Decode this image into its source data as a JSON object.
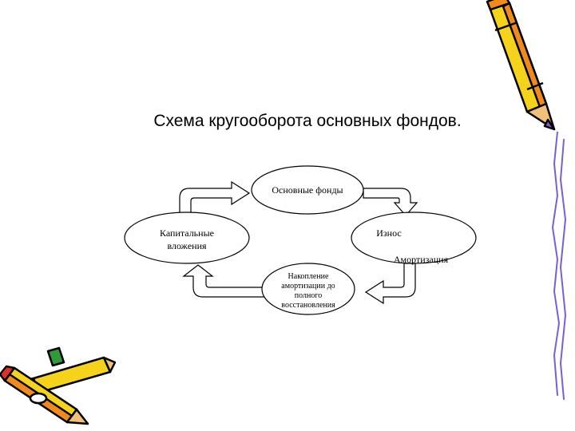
{
  "slide": {
    "title": "Схема кругооборота основных фондов."
  },
  "diagram": {
    "nodes": {
      "fixed_assets": "Основные фонды",
      "depreciation": "Износ",
      "amortization": "Амортизация",
      "capital_investment_line1": "Капитальные",
      "capital_investment_line2": "вложения",
      "accumulation_line1": "Накопление",
      "accumulation_line2": "амортизации до",
      "accumulation_line3": "полного",
      "accumulation_line4": "восстановления"
    }
  },
  "decorations": {
    "icons": [
      "pencil-icon",
      "pencil-icon",
      "pencil-icon",
      "pencil-icon"
    ],
    "colors": {
      "pencil_yellow": "#f5d31a",
      "pencil_orange": "#f08a1c",
      "pencil_red": "#e0302a",
      "pencil_green": "#2f9a3a",
      "pencil_purple": "#7a5fd0",
      "outline": "#000000"
    }
  }
}
